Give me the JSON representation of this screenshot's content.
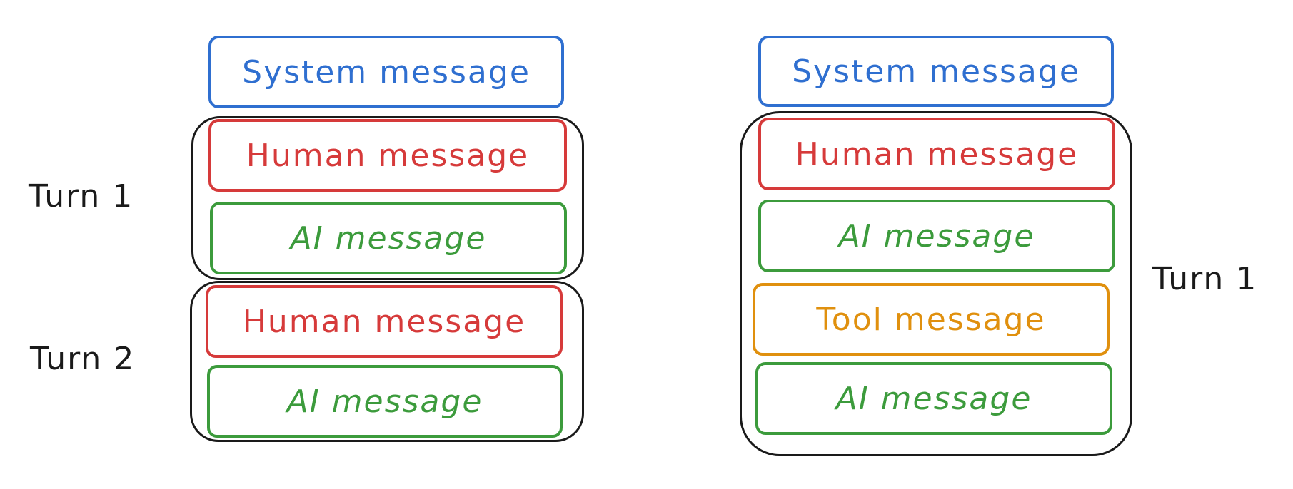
{
  "left": {
    "system": "System message",
    "turn1": {
      "label": "Turn 1",
      "human": "Human message",
      "ai": "AI message"
    },
    "turn2": {
      "label": "Turn 2",
      "human": "Human message",
      "ai": "AI message"
    }
  },
  "right": {
    "system": "System message",
    "turn1": {
      "label": "Turn 1",
      "human": "Human message",
      "ai_first": "AI message",
      "tool": "Tool message",
      "ai_second": "AI message"
    }
  },
  "colors": {
    "system": "#2f6fd0",
    "human": "#d63a3a",
    "ai": "#3c9b3c",
    "tool": "#e0900e",
    "turn_outline": "#1a1a1a"
  }
}
